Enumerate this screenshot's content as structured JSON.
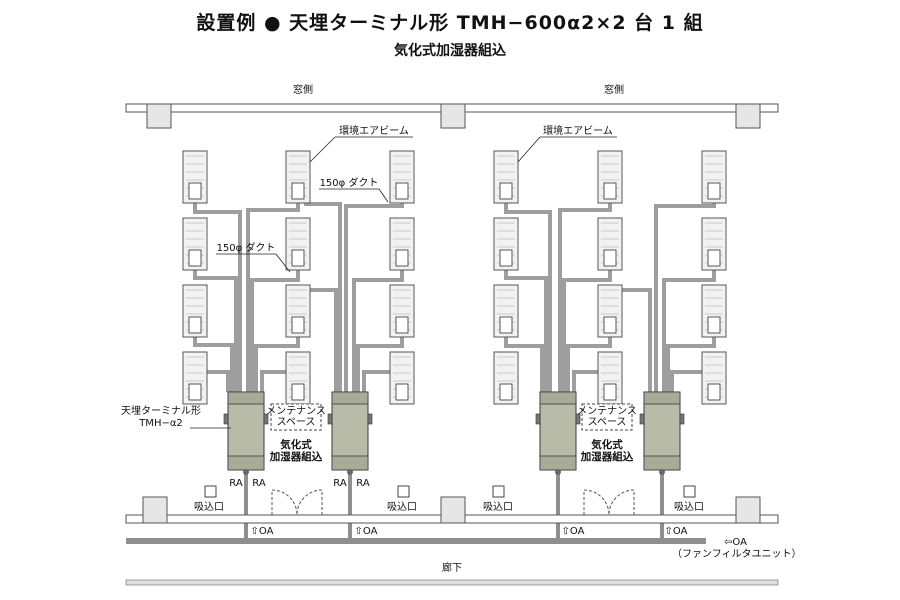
{
  "title": "設置例 ● 天埋ターミナル形 TMH−600α2×2 台 1 組",
  "subtitle": "気化式加湿器組込",
  "labels": {
    "window_left": "窓側",
    "window_right": "窓側",
    "beam_left": "環境エアビーム",
    "beam_right": "環境エアビーム",
    "duct_a": "150φ ダクト",
    "duct_b": "150φ ダクト",
    "unit_line1": "天埋ターミナル形",
    "unit_line2": "TMH−α2",
    "maint_l1": "メンテナンス",
    "maint_l2": "スペース",
    "maint_r1": "メンテナンス",
    "maint_r2": "スペース",
    "humid_l1": "気化式",
    "humid_l2": "加湿器組込",
    "humid_r1": "気化式",
    "humid_r2": "加湿器組込",
    "ra1": "RA",
    "ra2": "RA",
    "ra3": "RA",
    "ra4": "RA",
    "intake1": "吸込口",
    "intake2": "吸込口",
    "intake3": "吸込口",
    "intake4": "吸込口",
    "oa1": "⇧OA",
    "oa2": "⇧OA",
    "oa3": "⇧OA",
    "oa4": "⇧OA",
    "oa_main": "⇦OA",
    "fan_filter": "（ファンフィルタユニット）",
    "corridor": "廊下"
  },
  "colors": {
    "duct": "#a9a9a9",
    "unit": "#b7b9a6",
    "outline": "#333333"
  }
}
